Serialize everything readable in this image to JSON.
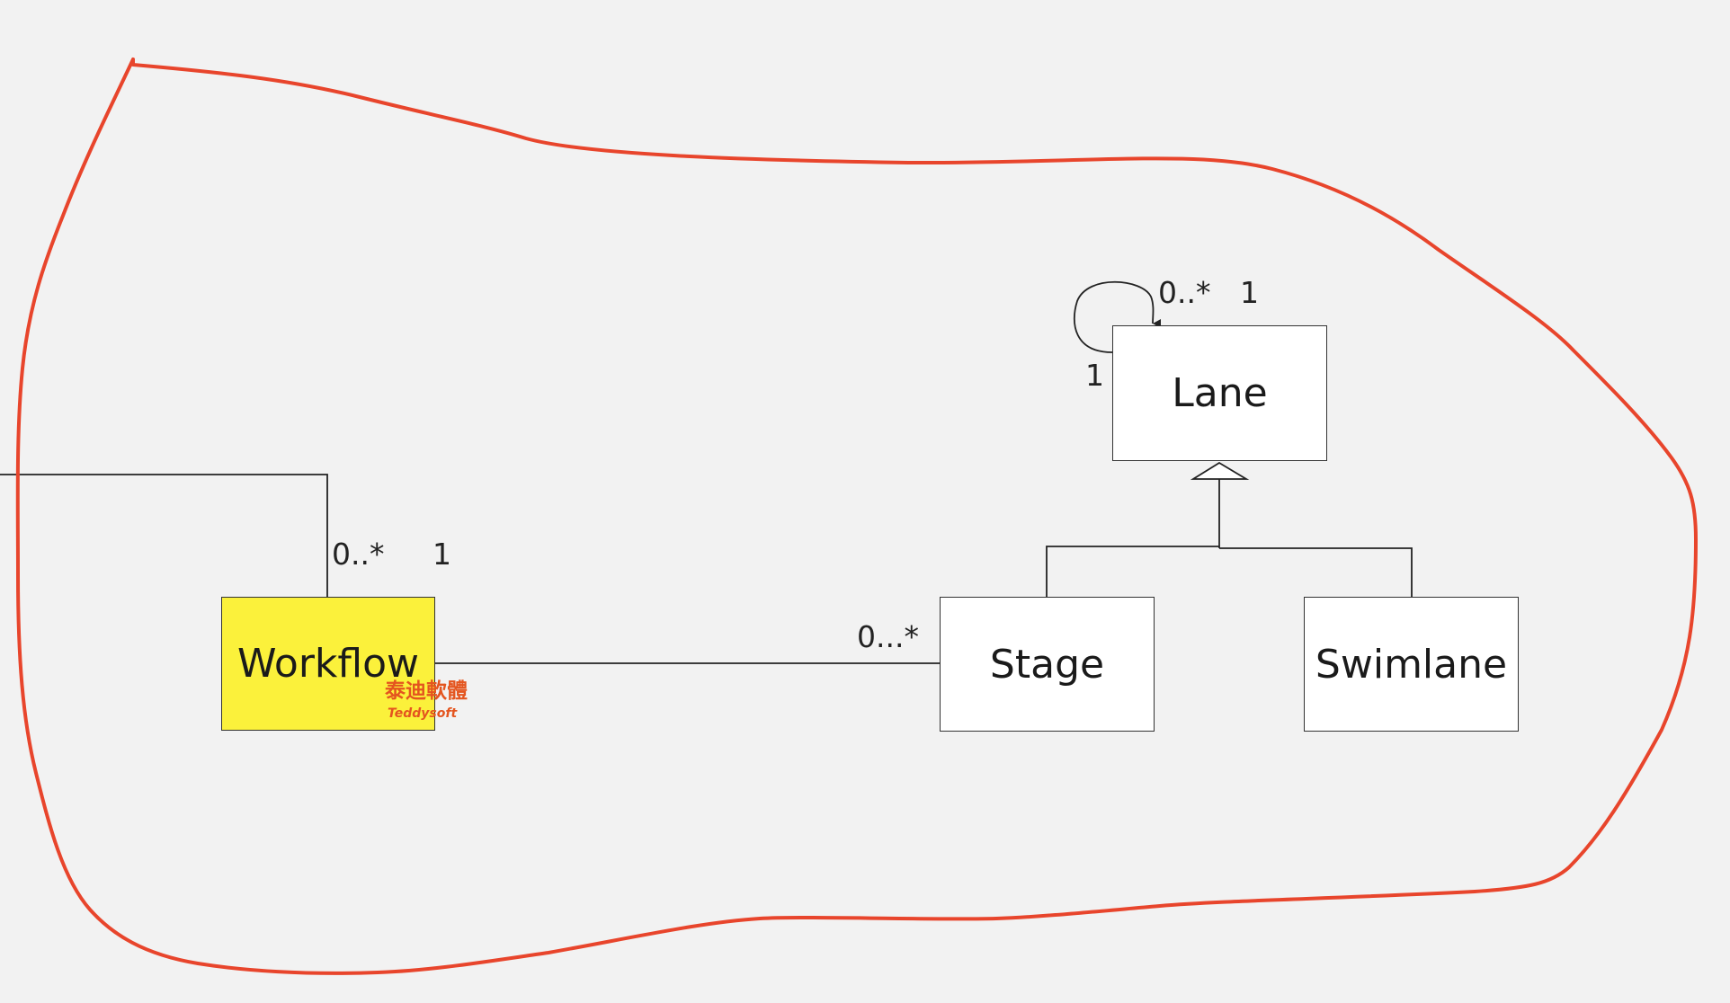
{
  "diagram": {
    "classes": {
      "workflow": {
        "label": "Workflow",
        "fill": "#fbf13b"
      },
      "lane": {
        "label": "Lane",
        "fill": "#ffffff"
      },
      "stage": {
        "label": "Stage",
        "fill": "#ffffff"
      },
      "swimlane": {
        "label": "Swimlane",
        "fill": "#ffffff"
      }
    },
    "multiplicities": {
      "workflow_top_many": "0..*",
      "workflow_top_one": "1",
      "workflow_stage_many": "0...*",
      "lane_self_many": "0..*",
      "lane_self_one_top": "1",
      "lane_self_one_left": "1"
    },
    "relations": [
      {
        "type": "association",
        "from": "workflow",
        "to": "off-canvas-left"
      },
      {
        "type": "association",
        "from": "workflow",
        "to": "stage"
      },
      {
        "type": "self-association",
        "from": "lane",
        "to": "lane"
      },
      {
        "type": "generalization",
        "from": "stage",
        "to": "lane"
      },
      {
        "type": "generalization",
        "from": "swimlane",
        "to": "lane"
      }
    ],
    "annotation_color": "#e8452c",
    "line_color": "#222222"
  },
  "watermark": {
    "chinese": "泰迪軟體",
    "latin": "Teddysoft",
    "color": "#e4551f"
  }
}
